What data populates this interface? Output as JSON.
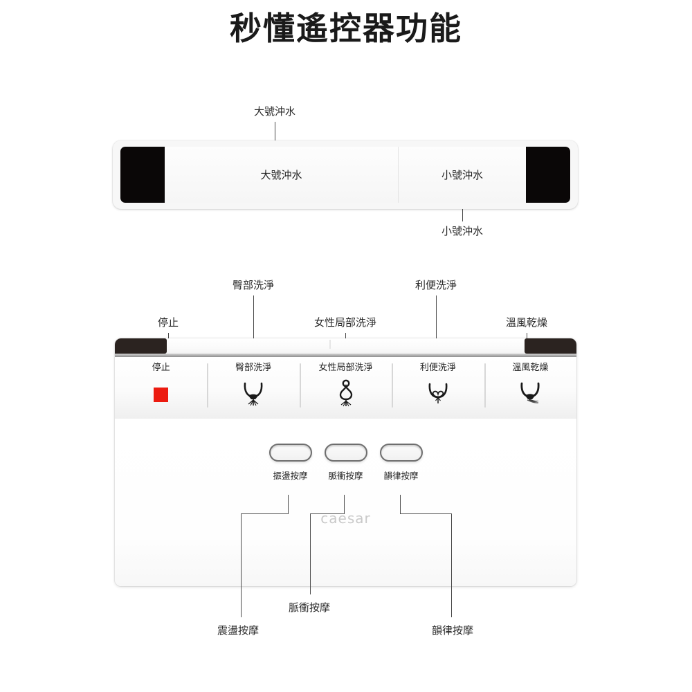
{
  "title": "秒懂遙控器功能",
  "brand": "caesar",
  "flush_panel": {
    "buttons": [
      {
        "label": "大號沖水",
        "callout": "大號沖水",
        "callout_position": "top"
      },
      {
        "label": "小號沖水",
        "callout": "小號沖水",
        "callout_position": "bottom"
      }
    ]
  },
  "wash_panel": {
    "buttons": [
      {
        "label": "停止",
        "callout": "停止",
        "icon": "red-stop-square-icon"
      },
      {
        "label": "臀部洗淨",
        "callout": "臀部洗淨",
        "icon": "rear-wash-icon"
      },
      {
        "label": "女性局部洗淨",
        "callout": "女性局部洗淨",
        "icon": "feminine-wash-icon"
      },
      {
        "label": "利便洗淨",
        "callout": "利便洗淨",
        "icon": "soft-wash-icon"
      },
      {
        "label": "溫風乾燥",
        "callout": "溫風乾燥",
        "icon": "warm-air-dry-icon"
      }
    ],
    "massage_buttons": [
      {
        "label": "振盪按摩",
        "callout": "震盪按摩"
      },
      {
        "label": "脈衝按摩",
        "callout": "脈衝按摩"
      },
      {
        "label": "韻律按摩",
        "callout": "韻律按摩"
      }
    ]
  },
  "colors": {
    "stop_red": "#ec1b10",
    "panel_black": "#0a0707",
    "bar_black": "#2b2320",
    "brand_gray": "#c9c9c9",
    "leader_line": "#4a4a4a"
  }
}
